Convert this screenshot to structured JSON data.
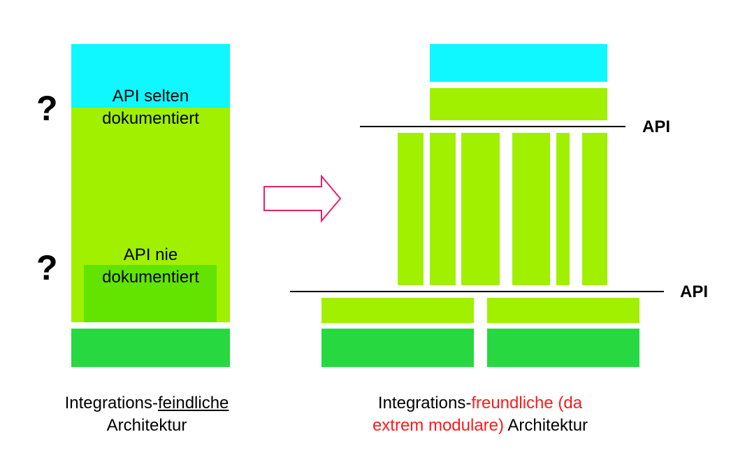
{
  "left": {
    "api_rarely_line1": "API selten",
    "api_rarely_line2": "dokumentiert",
    "api_never_line1": "API nie",
    "api_never_line2": "dokumentiert",
    "question_mark": "?",
    "caption": {
      "prefix": "Integrations-",
      "emphasis": "feindliche",
      "line2": "Architektur"
    }
  },
  "right": {
    "api_top": "API",
    "api_bottom": "API",
    "caption": {
      "prefix": "Integrations-",
      "red1": "freundliche (da",
      "red2": "extrem modulare)",
      "suffix": " Architektur"
    }
  },
  "colors": {
    "cyan": "#0ff8ff",
    "lime": "#a0f000",
    "mid_green": "#62e400",
    "green": "#28d840",
    "arrow": "#e8206a",
    "caption_red": "#ff1a1a"
  },
  "icons": {
    "arrow": "right-arrow-outline"
  }
}
